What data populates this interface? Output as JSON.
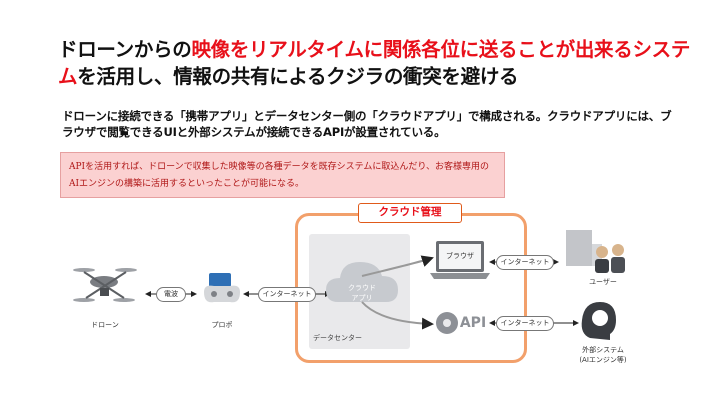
{
  "title": {
    "part1": "ドローンからの",
    "part2": "映像をリアルタイムに関係各位に送ることが出来るシステム",
    "part3": "を活用し、情報の共有によるクジラの衝突を避ける"
  },
  "subtitle": "ドローンに接続できる「携帯アプリ」とデータセンター側の「クラウドアプリ」で構成される。クラウドアプリには、ブラウザで閲覧できるUIと外部システムが接続できるAPIが設置されている。",
  "note": "APIを活用すれば、ドローンで収集した映像等の各種データを既存システムに取込んだり、お客様専用のAIエンジンの構築に活用するといったことが可能になる。",
  "diagram": {
    "cloud_label": "クラウド管理",
    "datacenter_label": "データセンター",
    "cloud_app_label": "クラウド\nアプリ",
    "browser_label": "ブラウザ",
    "api_label": "API",
    "drone_label": "ドローン",
    "propo_label": "プロポ",
    "users_label": "ユーザー",
    "external_label": "外部システム\n(AIエンジン等)",
    "link_radio": "電波",
    "link_internet_1": "インターネット",
    "link_internet_2": "インターネット",
    "link_internet_3": "インターネット"
  }
}
